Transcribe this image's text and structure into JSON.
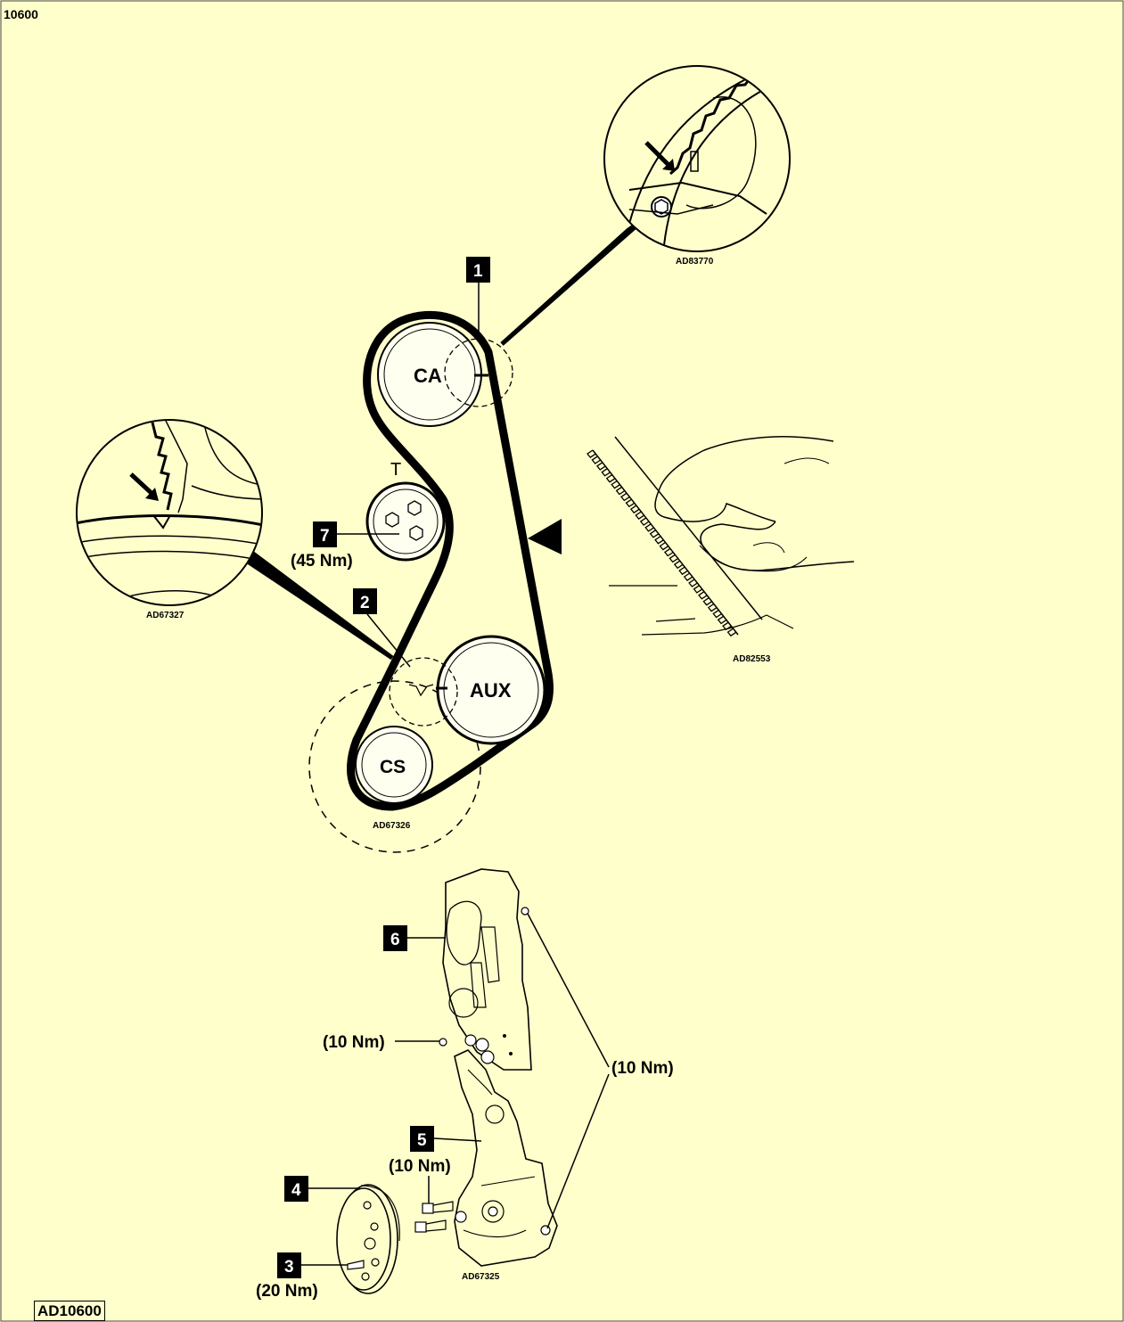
{
  "header": {
    "title": "10600"
  },
  "footer": {
    "reference": "AD10600"
  },
  "diagram": {
    "pulleys": {
      "camshaft": "CA",
      "tensioner": "T",
      "auxiliary": "AUX",
      "crankshaft": "CS"
    },
    "callouts": {
      "c1": "1",
      "c2": "2",
      "c3": "3",
      "c4": "4",
      "c5": "5",
      "c6": "6",
      "c7": "7"
    },
    "torques": {
      "tensioner_nut": "(45 Nm)",
      "cover_nut": "(10 Nm)",
      "cover_bolts": "(10 Nm)",
      "lower_cover_bolt": "(10 Nm)",
      "pulley_bolt": "(20 Nm)"
    },
    "image_codes": {
      "camshaft_detail": "AD83770",
      "crank_detail": "AD67327",
      "belt_detail": "AD82553",
      "belt_routing": "AD67326",
      "covers": "AD67325"
    }
  },
  "colors": {
    "background": "#ffffcc",
    "ink": "#000000",
    "pulley_fill": "#fffff0"
  }
}
